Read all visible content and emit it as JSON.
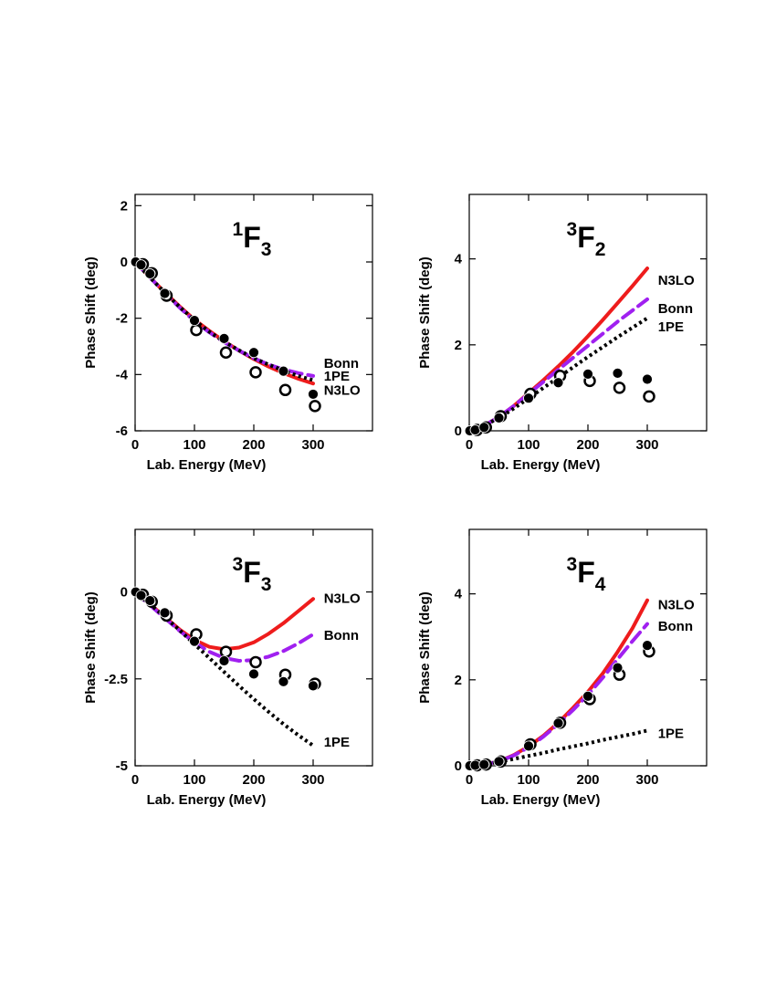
{
  "chart_data": [
    {
      "type": "line",
      "title": {
        "sup": "1",
        "main": "F",
        "sub": "3"
      },
      "xlabel": "Lab. Energy (MeV)",
      "ylabel": "Phase Shift (deg)",
      "xlim": [
        0,
        400
      ],
      "ylim": [
        -6,
        2.4
      ],
      "xticks": [
        0,
        100,
        200,
        300
      ],
      "xtick_labels": [
        "0",
        "100",
        "200",
        "300"
      ],
      "yticks": [
        -6,
        -4,
        -2,
        0,
        2
      ],
      "ytick_labels": [
        "-6",
        "-4",
        "-2",
        "0",
        "2"
      ],
      "grid": false,
      "series": [
        {
          "name": "N3LO",
          "style": "solid",
          "color": "#ee1c1c",
          "x": [
            0,
            25,
            50,
            75,
            100,
            125,
            150,
            175,
            200,
            225,
            250,
            275,
            300
          ],
          "y": [
            0,
            -0.55,
            -1.08,
            -1.58,
            -2.05,
            -2.45,
            -2.82,
            -3.15,
            -3.45,
            -3.72,
            -3.95,
            -4.15,
            -4.32
          ]
        },
        {
          "name": "Bonn",
          "style": "dashed",
          "color": "#a020f0",
          "x": [
            0,
            25,
            50,
            75,
            100,
            125,
            150,
            175,
            200,
            225,
            250,
            275,
            300
          ],
          "y": [
            0,
            -0.55,
            -1.1,
            -1.62,
            -2.1,
            -2.5,
            -2.85,
            -3.15,
            -3.42,
            -3.65,
            -3.82,
            -3.95,
            -4.05
          ]
        },
        {
          "name": "1PE",
          "style": "dotted",
          "color": "#000000",
          "x": [
            0,
            25,
            50,
            75,
            100,
            125,
            150,
            175,
            200,
            225,
            250,
            275,
            300
          ],
          "y": [
            0,
            -0.55,
            -1.09,
            -1.6,
            -2.07,
            -2.48,
            -2.83,
            -3.14,
            -3.42,
            -3.65,
            -3.86,
            -4.05,
            -4.2
          ]
        }
      ],
      "label_positions": {
        "Bonn": [
          318,
          -3.6
        ],
        "1PE": [
          318,
          -4.05
        ],
        "N3LO": [
          318,
          -4.55
        ]
      },
      "points_filled": {
        "x": [
          1,
          10,
          25,
          50,
          100,
          150,
          200,
          250,
          300
        ],
        "y": [
          0,
          -0.1,
          -0.42,
          -1.12,
          -2.08,
          -2.72,
          -3.22,
          -3.88,
          -4.7
        ]
      },
      "points_open": {
        "x": [
          10,
          25,
          50,
          100,
          150,
          200,
          250,
          300
        ],
        "y": [
          -0.08,
          -0.4,
          -1.2,
          -2.42,
          -3.22,
          -3.92,
          -4.55,
          -5.12
        ]
      }
    },
    {
      "type": "line",
      "title": {
        "sup": "3",
        "main": "F",
        "sub": "2"
      },
      "xlabel": "Lab. Energy (MeV)",
      "ylabel": "Phase Shift (deg)",
      "xlim": [
        0,
        400
      ],
      "ylim": [
        0,
        5.5
      ],
      "xticks": [
        0,
        100,
        200,
        300
      ],
      "xtick_labels": [
        "0",
        "100",
        "200",
        "300"
      ],
      "yticks": [
        0,
        2,
        4
      ],
      "ytick_labels": [
        "0",
        "2",
        "4"
      ],
      "grid": false,
      "series": [
        {
          "name": "N3LO",
          "style": "solid",
          "color": "#ee1c1c",
          "x": [
            0,
            25,
            50,
            75,
            100,
            125,
            150,
            175,
            200,
            225,
            250,
            275,
            300
          ],
          "y": [
            0,
            0.12,
            0.32,
            0.58,
            0.88,
            1.18,
            1.5,
            1.84,
            2.2,
            2.58,
            2.97,
            3.37,
            3.78
          ]
        },
        {
          "name": "Bonn",
          "style": "dashed",
          "color": "#a020f0",
          "x": [
            0,
            25,
            50,
            75,
            100,
            125,
            150,
            175,
            200,
            225,
            250,
            275,
            300
          ],
          "y": [
            0,
            0.12,
            0.32,
            0.58,
            0.86,
            1.14,
            1.42,
            1.7,
            1.98,
            2.26,
            2.54,
            2.8,
            3.06
          ]
        },
        {
          "name": "1PE",
          "style": "dotted",
          "color": "#000000",
          "x": [
            0,
            25,
            50,
            75,
            100,
            125,
            150,
            175,
            200,
            225,
            250,
            275,
            300
          ],
          "y": [
            0,
            0.12,
            0.3,
            0.52,
            0.76,
            1.0,
            1.24,
            1.48,
            1.72,
            1.95,
            2.18,
            2.4,
            2.62
          ]
        }
      ],
      "label_positions": {
        "N3LO": [
          318,
          3.5
        ],
        "Bonn": [
          318,
          2.85
        ],
        "1PE": [
          318,
          2.42
        ]
      },
      "points_filled": {
        "x": [
          1,
          10,
          25,
          50,
          100,
          150,
          200,
          250,
          300
        ],
        "y": [
          0,
          0.02,
          0.08,
          0.3,
          0.76,
          1.12,
          1.32,
          1.34,
          1.2
        ]
      },
      "points_open": {
        "x": [
          10,
          25,
          50,
          100,
          150,
          200,
          250,
          300
        ],
        "y": [
          0.02,
          0.08,
          0.34,
          0.86,
          1.28,
          1.16,
          1.0,
          0.8
        ]
      }
    },
    {
      "type": "line",
      "title": {
        "sup": "3",
        "main": "F",
        "sub": "3"
      },
      "xlabel": "Lab. Energy (MeV)",
      "ylabel": "Phase Shift (deg)",
      "xlim": [
        0,
        400
      ],
      "ylim": [
        -5,
        1.8
      ],
      "xticks": [
        0,
        100,
        200,
        300
      ],
      "xtick_labels": [
        "0",
        "100",
        "200",
        "300"
      ],
      "yticks": [
        -5,
        -2.5,
        0
      ],
      "ytick_labels": [
        "-5",
        "-2.5",
        "0"
      ],
      "grid": false,
      "series": [
        {
          "name": "N3LO",
          "style": "solid",
          "color": "#ee1c1c",
          "x": [
            0,
            25,
            50,
            75,
            100,
            125,
            150,
            175,
            200,
            225,
            250,
            275,
            300
          ],
          "y": [
            0,
            -0.35,
            -0.72,
            -1.08,
            -1.38,
            -1.58,
            -1.65,
            -1.6,
            -1.45,
            -1.2,
            -0.9,
            -0.55,
            -0.2
          ]
        },
        {
          "name": "Bonn",
          "style": "dashed",
          "color": "#a020f0",
          "x": [
            0,
            25,
            50,
            75,
            100,
            125,
            150,
            175,
            200,
            225,
            250,
            275,
            300
          ],
          "y": [
            0,
            -0.38,
            -0.75,
            -1.12,
            -1.45,
            -1.72,
            -1.9,
            -1.98,
            -1.96,
            -1.86,
            -1.7,
            -1.48,
            -1.22
          ]
        },
        {
          "name": "1PE",
          "style": "dotted",
          "color": "#000000",
          "x": [
            0,
            25,
            50,
            75,
            100,
            125,
            150,
            175,
            200,
            225,
            250,
            275,
            300
          ],
          "y": [
            0,
            -0.35,
            -0.72,
            -1.1,
            -1.5,
            -1.9,
            -2.3,
            -2.7,
            -3.08,
            -3.45,
            -3.8,
            -4.12,
            -4.42
          ]
        }
      ],
      "label_positions": {
        "N3LO": [
          318,
          -0.18
        ],
        "Bonn": [
          318,
          -1.25
        ],
        "1PE": [
          318,
          -4.32
        ]
      },
      "points_filled": {
        "x": [
          1,
          10,
          25,
          50,
          100,
          150,
          200,
          250,
          300
        ],
        "y": [
          0,
          -0.1,
          -0.25,
          -0.6,
          -1.42,
          -1.98,
          -2.36,
          -2.58,
          -2.7
        ]
      },
      "points_open": {
        "x": [
          10,
          25,
          50,
          100,
          150,
          200,
          250,
          300
        ],
        "y": [
          -0.08,
          -0.28,
          -0.68,
          -1.22,
          -1.72,
          -2.02,
          -2.38,
          -2.64
        ]
      }
    },
    {
      "type": "line",
      "title": {
        "sup": "3",
        "main": "F",
        "sub": "4"
      },
      "xlabel": "Lab. Energy (MeV)",
      "ylabel": "Phase Shift (deg)",
      "xlim": [
        0,
        400
      ],
      "ylim": [
        0,
        5.5
      ],
      "xticks": [
        0,
        100,
        200,
        300
      ],
      "xtick_labels": [
        "0",
        "100",
        "200",
        "300"
      ],
      "yticks": [
        0,
        2,
        4
      ],
      "ytick_labels": [
        "0",
        "2",
        "4"
      ],
      "grid": false,
      "series": [
        {
          "name": "N3LO",
          "style": "solid",
          "color": "#ee1c1c",
          "x": [
            0,
            25,
            50,
            75,
            100,
            125,
            150,
            175,
            200,
            225,
            250,
            275,
            300
          ],
          "y": [
            0,
            0.03,
            0.1,
            0.25,
            0.45,
            0.7,
            1.0,
            1.35,
            1.72,
            2.15,
            2.65,
            3.2,
            3.85
          ]
        },
        {
          "name": "Bonn",
          "style": "dashed",
          "color": "#a020f0",
          "x": [
            0,
            25,
            50,
            75,
            100,
            125,
            150,
            175,
            200,
            225,
            250,
            275,
            300
          ],
          "y": [
            0,
            0.03,
            0.1,
            0.24,
            0.43,
            0.68,
            0.97,
            1.3,
            1.65,
            2.05,
            2.48,
            2.9,
            3.3
          ]
        },
        {
          "name": "1PE",
          "style": "dotted",
          "color": "#000000",
          "x": [
            0,
            25,
            50,
            75,
            100,
            125,
            150,
            175,
            200,
            225,
            250,
            275,
            300
          ],
          "y": [
            0,
            0.03,
            0.09,
            0.16,
            0.23,
            0.3,
            0.38,
            0.45,
            0.52,
            0.6,
            0.67,
            0.74,
            0.82
          ]
        }
      ],
      "label_positions": {
        "N3LO": [
          318,
          3.75
        ],
        "Bonn": [
          318,
          3.25
        ],
        "1PE": [
          318,
          0.75
        ]
      },
      "points_filled": {
        "x": [
          1,
          10,
          25,
          50,
          100,
          150,
          200,
          250,
          300
        ],
        "y": [
          0,
          0.01,
          0.03,
          0.1,
          0.46,
          0.99,
          1.62,
          2.28,
          2.8
        ]
      },
      "points_open": {
        "x": [
          10,
          25,
          50,
          100,
          150,
          200,
          250,
          300
        ],
        "y": [
          0.01,
          0.03,
          0.1,
          0.5,
          1.0,
          1.55,
          2.12,
          2.66
        ]
      }
    }
  ]
}
